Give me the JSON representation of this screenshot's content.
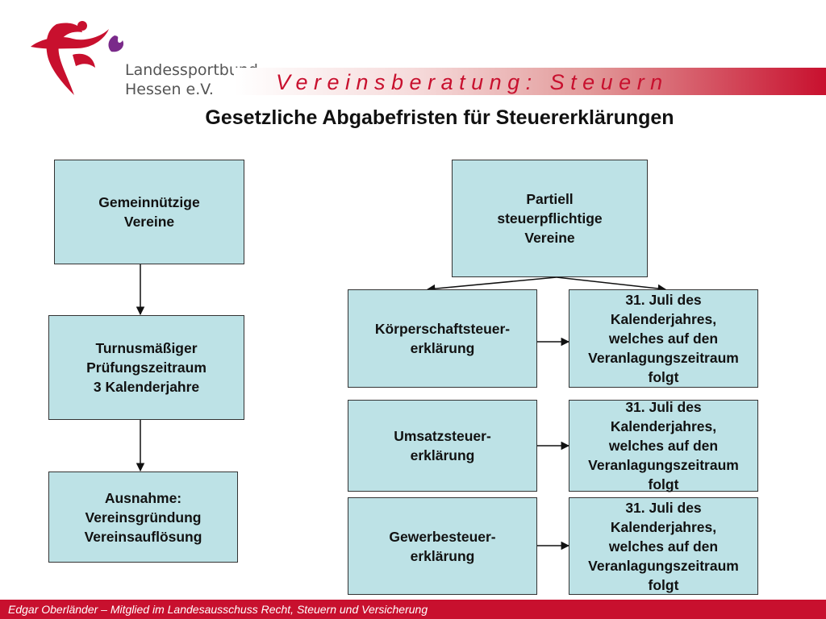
{
  "header": {
    "org_line1": "Landessportbund",
    "org_line2": "Hessen e.V.",
    "banner": "Vereinsberatung: Steuern",
    "colors": {
      "brand_red": "#c8102e",
      "box_fill": "#bde2e6",
      "logo_purple": "#7a2a8a"
    }
  },
  "title": "Gesetzliche Abgabefristen für Steuererklärungen",
  "left_column": {
    "gemeinnuetzig": "Gemeinnützige\nVereine",
    "turnus": "Turnusmäßiger\nPrüfungszeitraum\n3 Kalenderjahre",
    "ausnahme": "Ausnahme:\nVereinsgründung\nVereinsauflösung"
  },
  "right_column": {
    "partiell": "Partiell\nsteuerpflichtige\nVereine",
    "rows": [
      {
        "type": "Körperschaftsteuer-\nerklärung",
        "deadline": "31. Juli des\nKalenderjahres,\nwelches auf den\nVeranlagungszeitraum\nfolgt"
      },
      {
        "type": "Umsatzsteuer-\nerklärung",
        "deadline": "31. Juli des\nKalenderjahres,\nwelches auf den\nVeranlagungszeitraum\nfolgt"
      },
      {
        "type": "Gewerbesteuer-\nerklärung",
        "deadline": "31. Juli des\nKalenderjahres,\nwelches auf den\nVeranlagungszeitraum\nfolgt"
      }
    ]
  },
  "footer": "Edgar Oberländer – Mitglied im Landesausschuss Recht, Steuern und Versicherung"
}
